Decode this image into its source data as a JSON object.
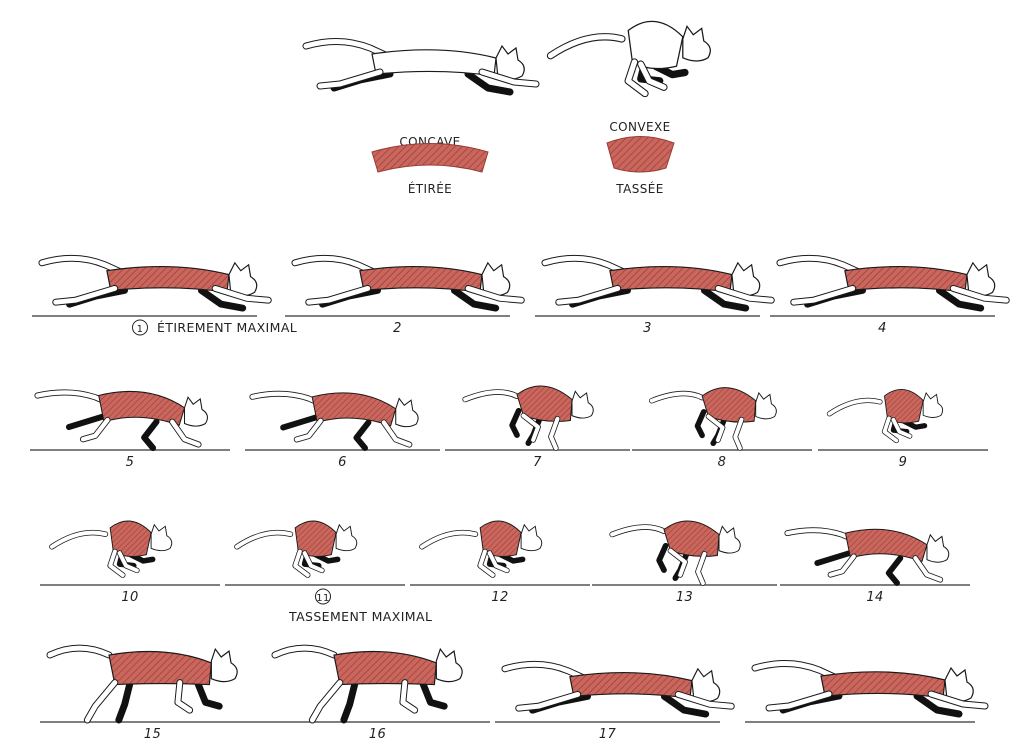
{
  "legend": {
    "concave": {
      "top": "CONCAVE",
      "bottom": "ÉTIRÉE"
    },
    "convex": {
      "top": "CONVEXE",
      "bottom": "TASSÉE"
    }
  },
  "frames": [
    {
      "number": "1",
      "pose": "stretch",
      "caption": "ÉTIREMENT MAXIMAL"
    },
    {
      "number": "2",
      "pose": "stretch"
    },
    {
      "number": "3",
      "pose": "stretch"
    },
    {
      "number": "4",
      "pose": "stretch"
    },
    {
      "number": "5",
      "pose": "mid"
    },
    {
      "number": "6",
      "pose": "mid"
    },
    {
      "number": "7",
      "pose": "gather"
    },
    {
      "number": "8",
      "pose": "gather"
    },
    {
      "number": "9",
      "pose": "tight"
    },
    {
      "number": "10",
      "pose": "tight"
    },
    {
      "number": "11",
      "pose": "tight",
      "caption": "TASSEMENT MAXIMAL"
    },
    {
      "number": "12",
      "pose": "tight"
    },
    {
      "number": "13",
      "pose": "gather"
    },
    {
      "number": "14",
      "pose": "mid"
    },
    {
      "number": "15",
      "pose": "walk"
    },
    {
      "number": "16",
      "pose": "walk"
    },
    {
      "number": "17",
      "pose": "stretch"
    },
    {
      "number": "",
      "pose": "stretch"
    }
  ],
  "colors": {
    "body_fill": "#c9675e",
    "hatch": "#9a3b33",
    "outline": "#1a1a1a",
    "dark_leg": "#111111",
    "ground": "#333333"
  }
}
